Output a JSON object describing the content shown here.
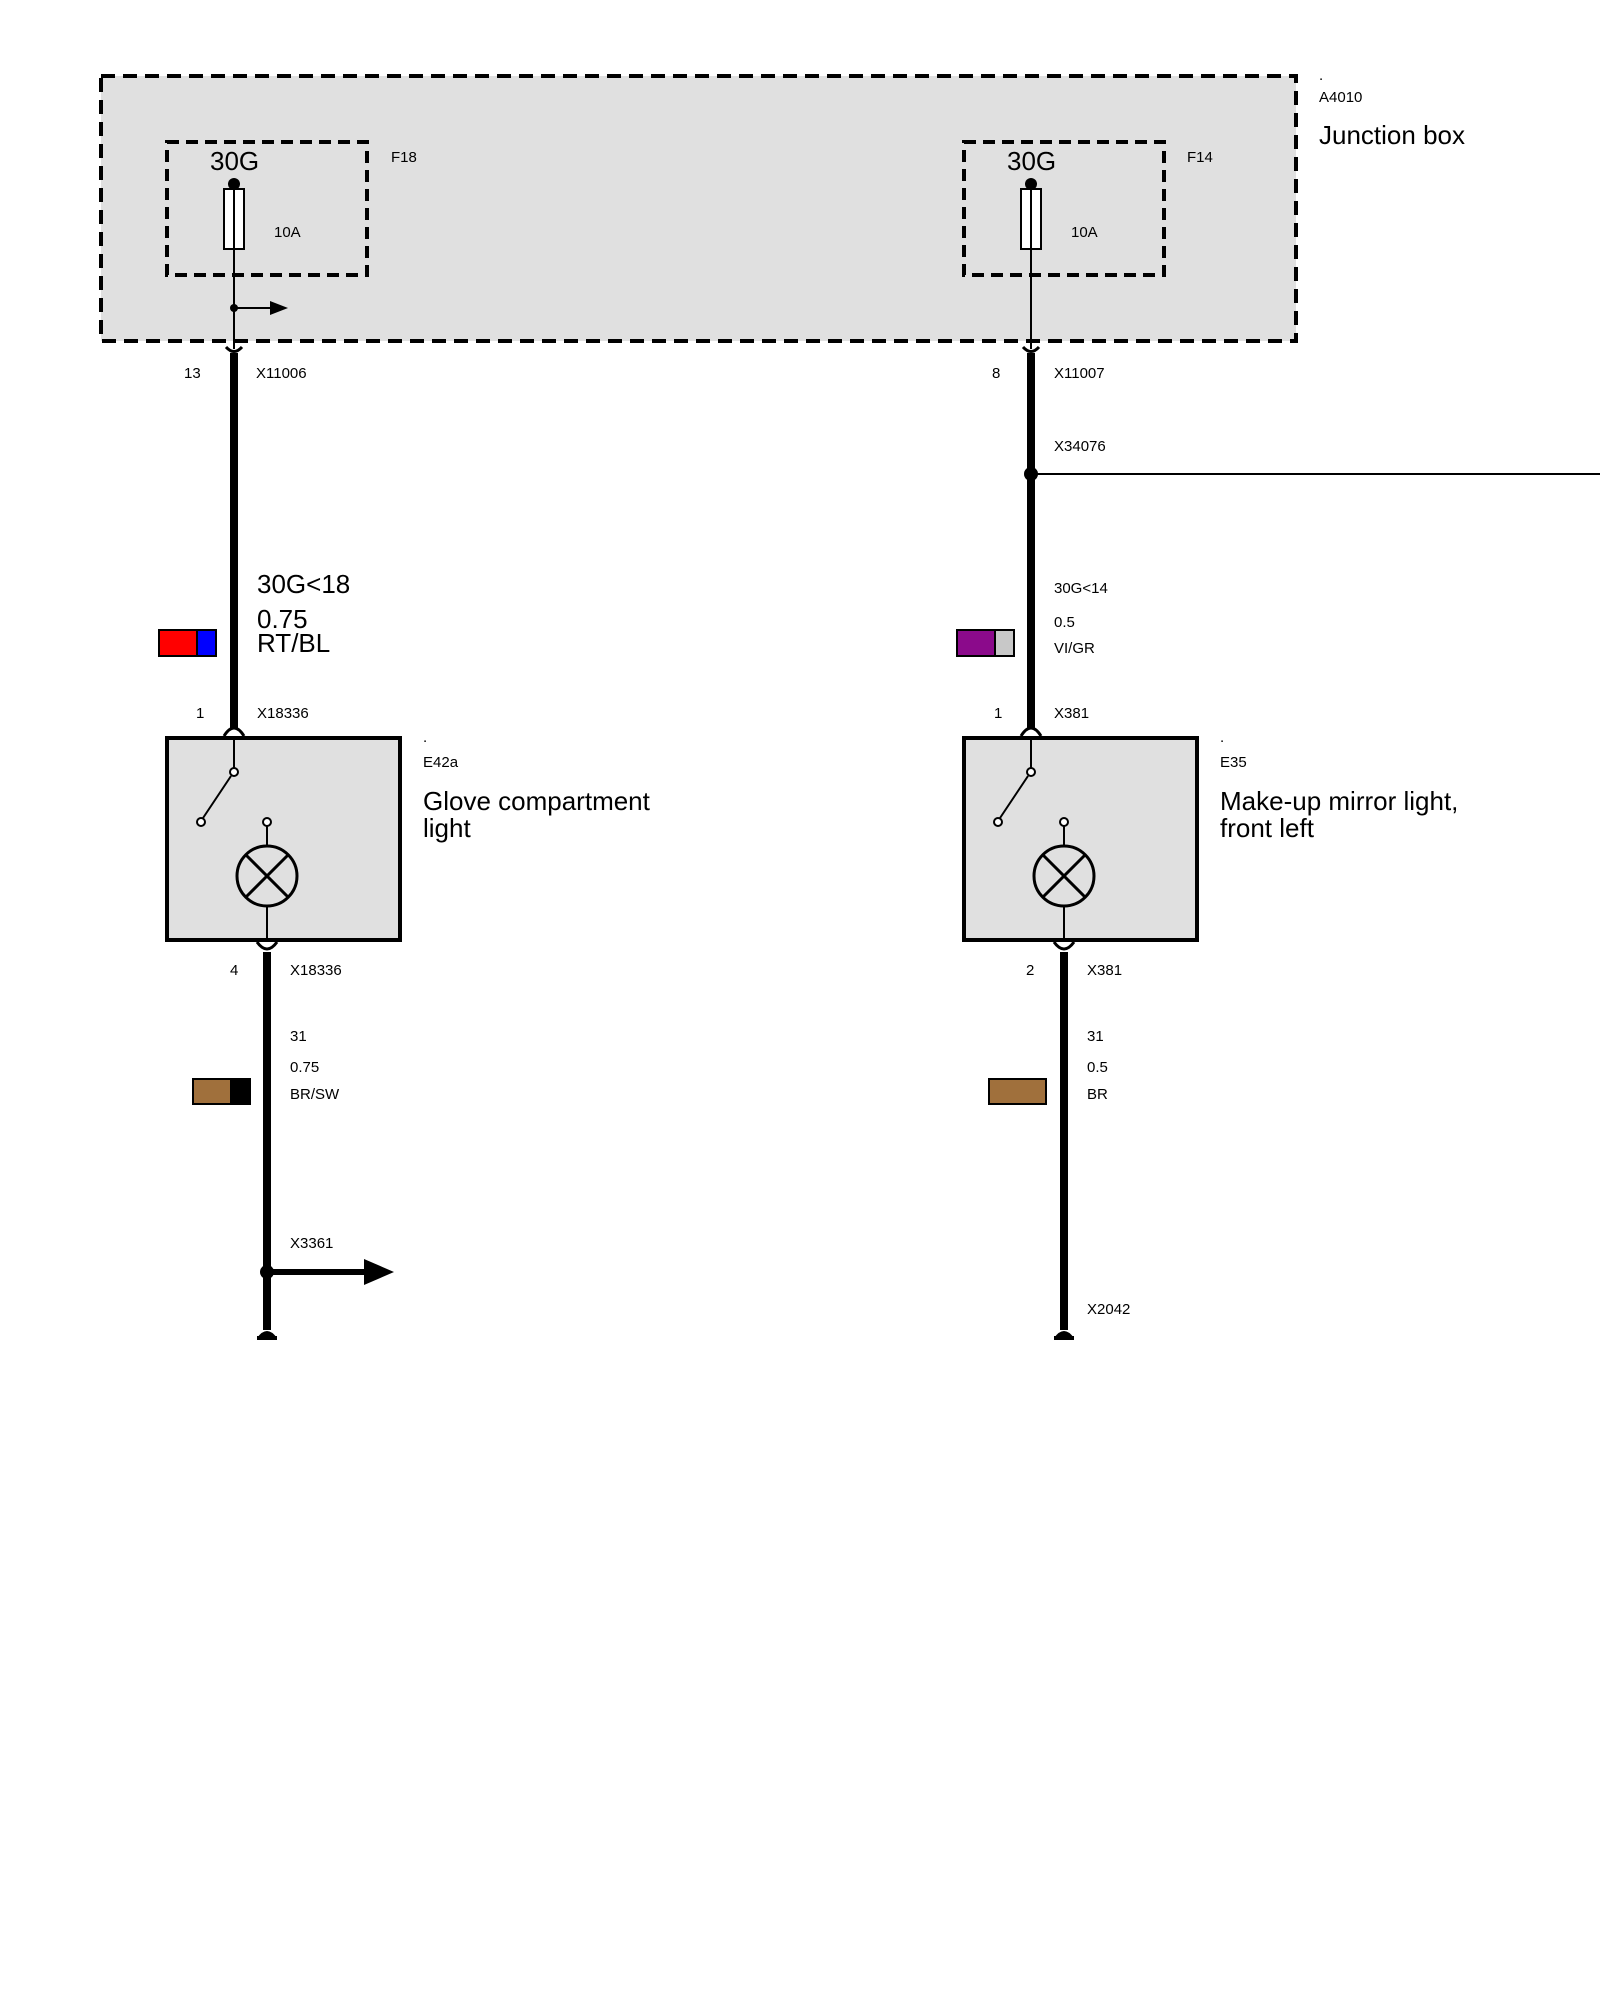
{
  "junction_box": {
    "dot": ".",
    "code": "A4010",
    "name": "Junction box"
  },
  "fuse_left": {
    "terminal": "30G",
    "id": "F18",
    "rating": "10A"
  },
  "fuse_right": {
    "terminal": "30G",
    "id": "F14",
    "rating": "10A"
  },
  "left_circuit": {
    "top_pin": "13",
    "top_connector": "X11006",
    "wire_signal": "30G<18",
    "wire_size": "0.75",
    "wire_color": "RT/BL",
    "wire_color_swatch": [
      "#ff0000",
      "#0000ff"
    ],
    "component_pin_in": "1",
    "component_connector_in": "X18336",
    "component_dot": ".",
    "component_code": "E42a",
    "component_name_line1": "Glove compartment",
    "component_name_line2": "light",
    "component_pin_out": "4",
    "component_connector_out": "X18336",
    "ground_signal": "31",
    "ground_size": "0.75",
    "ground_color": "BR/SW",
    "ground_color_swatch": [
      "#a0703c",
      "#000000"
    ],
    "splice": "X3361"
  },
  "right_circuit": {
    "top_pin": "8",
    "top_connector": "X11007",
    "splice": "X34076",
    "wire_signal": "30G<14",
    "wire_size": "0.5",
    "wire_color": "VI/GR",
    "wire_color_swatch": [
      "#8b0a8b",
      "#c8c8c8"
    ],
    "component_pin_in": "1",
    "component_connector_in": "X381",
    "component_dot": ".",
    "component_code": "E35",
    "component_name_line1": "Make-up mirror light,",
    "component_name_line2": "front left",
    "component_pin_out": "2",
    "component_connector_out": "X381",
    "ground_signal": "31",
    "ground_size": "0.5",
    "ground_color": "BR",
    "ground_color_swatch": [
      "#a0703c"
    ],
    "ground_point": "X2042"
  },
  "colors": {
    "box_fill": "#e0e0e0",
    "line": "#000000"
  }
}
